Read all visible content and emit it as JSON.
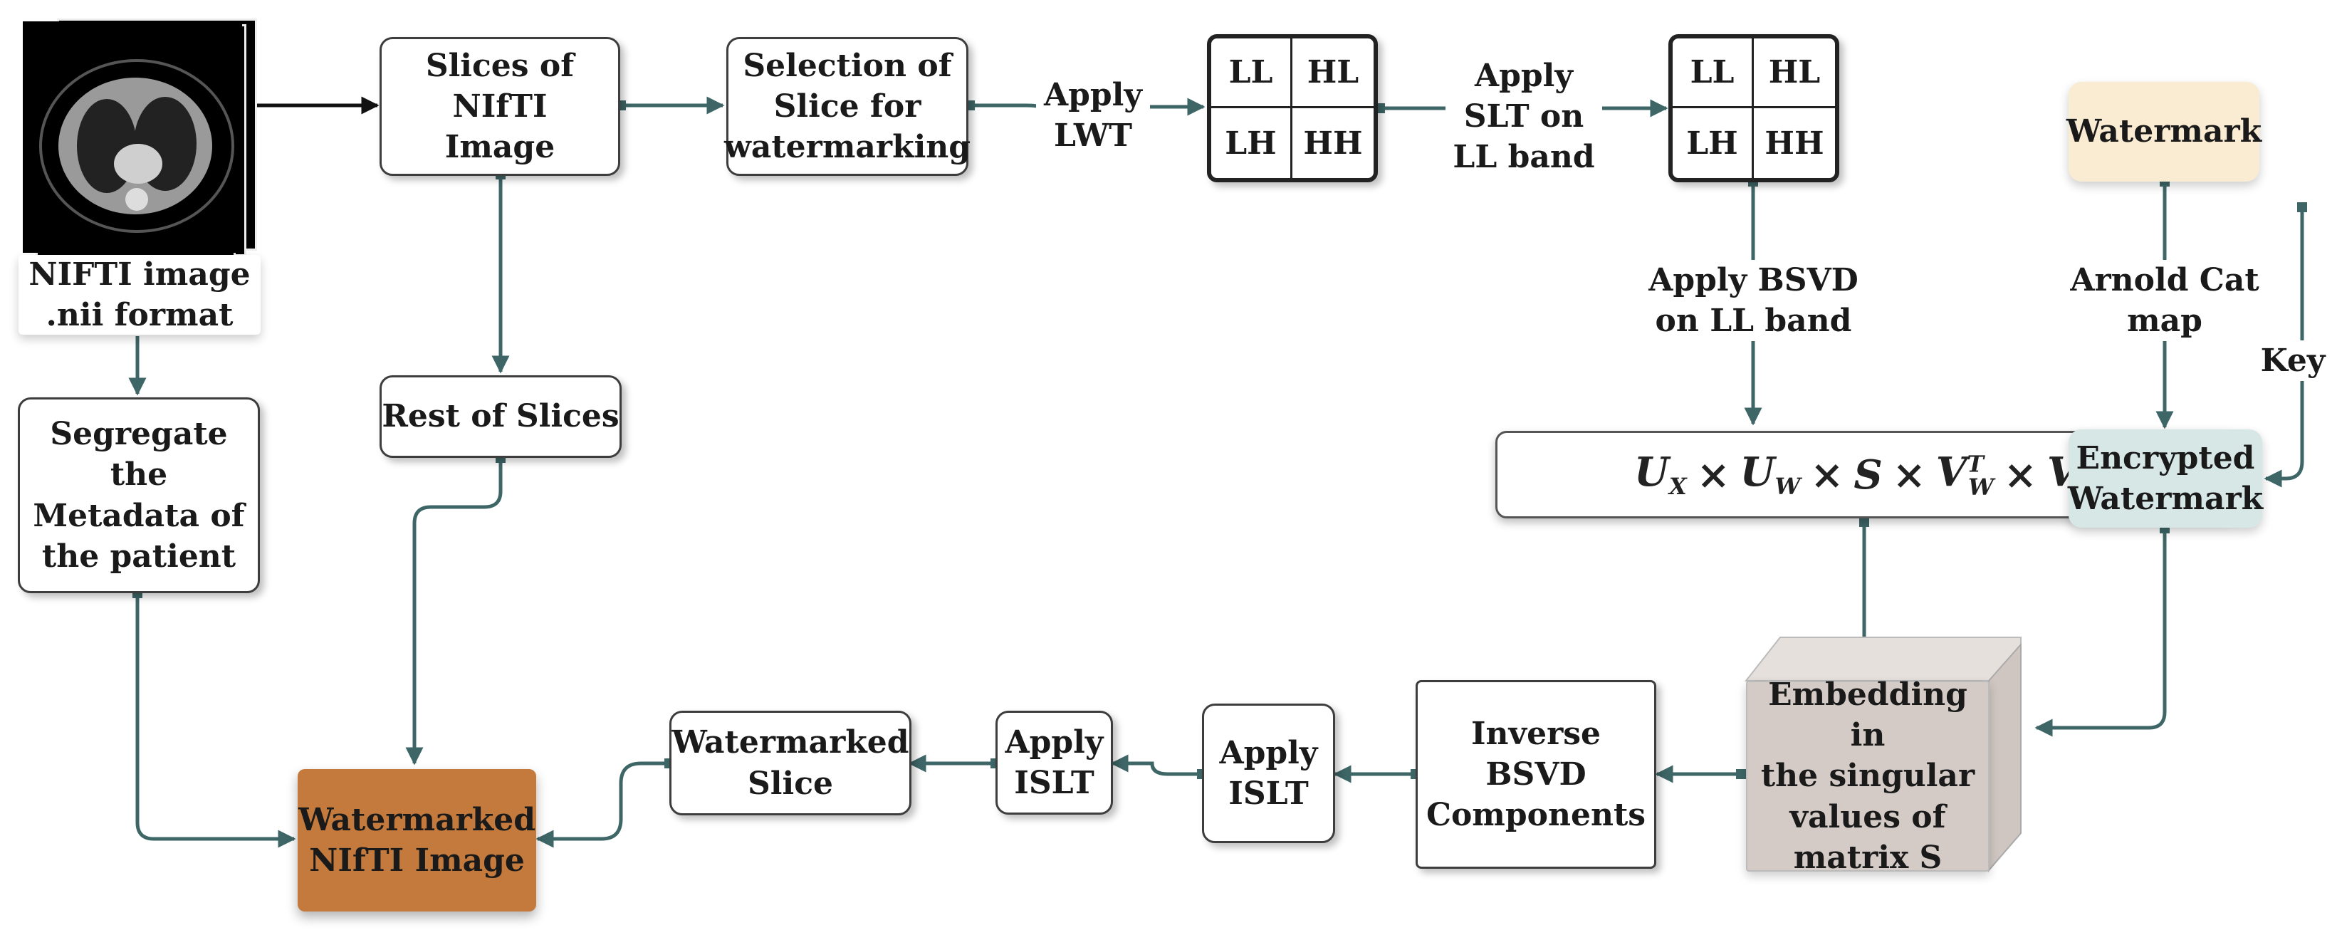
{
  "colors": {
    "wire": "#3e6667",
    "box_border": "#3d3d3d",
    "watermark_fill": "#f9ecd2",
    "encrypted_fill": "#d7e7e6",
    "embed_fill": "#d4cbc6",
    "output_fill": "#c47a3c"
  },
  "image_caption": {
    "line1": "NIFTI image",
    "line2": ".nii format"
  },
  "slices_box": {
    "line1": "Slices of NIfTI",
    "line2": "Image"
  },
  "selection_box": {
    "line1": "Selection of",
    "line2": "Slice for",
    "line3": "watermarking"
  },
  "apply_lwt": {
    "line1": "Apply",
    "line2": "LWT"
  },
  "band_grid_1": {
    "ll": "LL",
    "hl": "HL",
    "lh": "LH",
    "hh": "HH"
  },
  "apply_slt": {
    "line1": "Apply",
    "line2": "SLT on",
    "line3": "LL band"
  },
  "band_grid_2": {
    "ll": "LL",
    "hl": "HL",
    "lh": "LH",
    "hh": "HH"
  },
  "watermark_box": {
    "label": "Watermark"
  },
  "apply_bsvd": {
    "line1": "Apply BSVD",
    "line2": "on LL band"
  },
  "arnold_label": {
    "line1": "Arnold Cat",
    "line2": "map"
  },
  "key_label": {
    "label": "Key"
  },
  "segregate_box": {
    "line1": "Segregate the",
    "line2": "Metadata of",
    "line3": "the patient"
  },
  "rest_box": {
    "label": "Rest of Slices"
  },
  "formula": {
    "u": "U",
    "x_sub": "X",
    "w_sub": "W",
    "s": "S",
    "v": "V",
    "t_sup": "T",
    "times": "×"
  },
  "encrypted_box": {
    "line1": "Encrypted",
    "line2": "Watermark"
  },
  "embedding_box": {
    "line1": "Embedding in",
    "line2": "the singular",
    "line3": "values of",
    "line4": "matrix S"
  },
  "inverse_box": {
    "line1": "Inverse",
    "line2": "BSVD",
    "line3": "Components"
  },
  "islt_box_1": {
    "line1": "Apply",
    "line2": "ISLT"
  },
  "islt_box_2": {
    "line1": "Apply",
    "line2": "ISLT"
  },
  "wm_slice_box": {
    "line1": "Watermarked",
    "line2": "Slice"
  },
  "output_box": {
    "line1": "Watermarked",
    "line2": "NIfTI Image"
  }
}
